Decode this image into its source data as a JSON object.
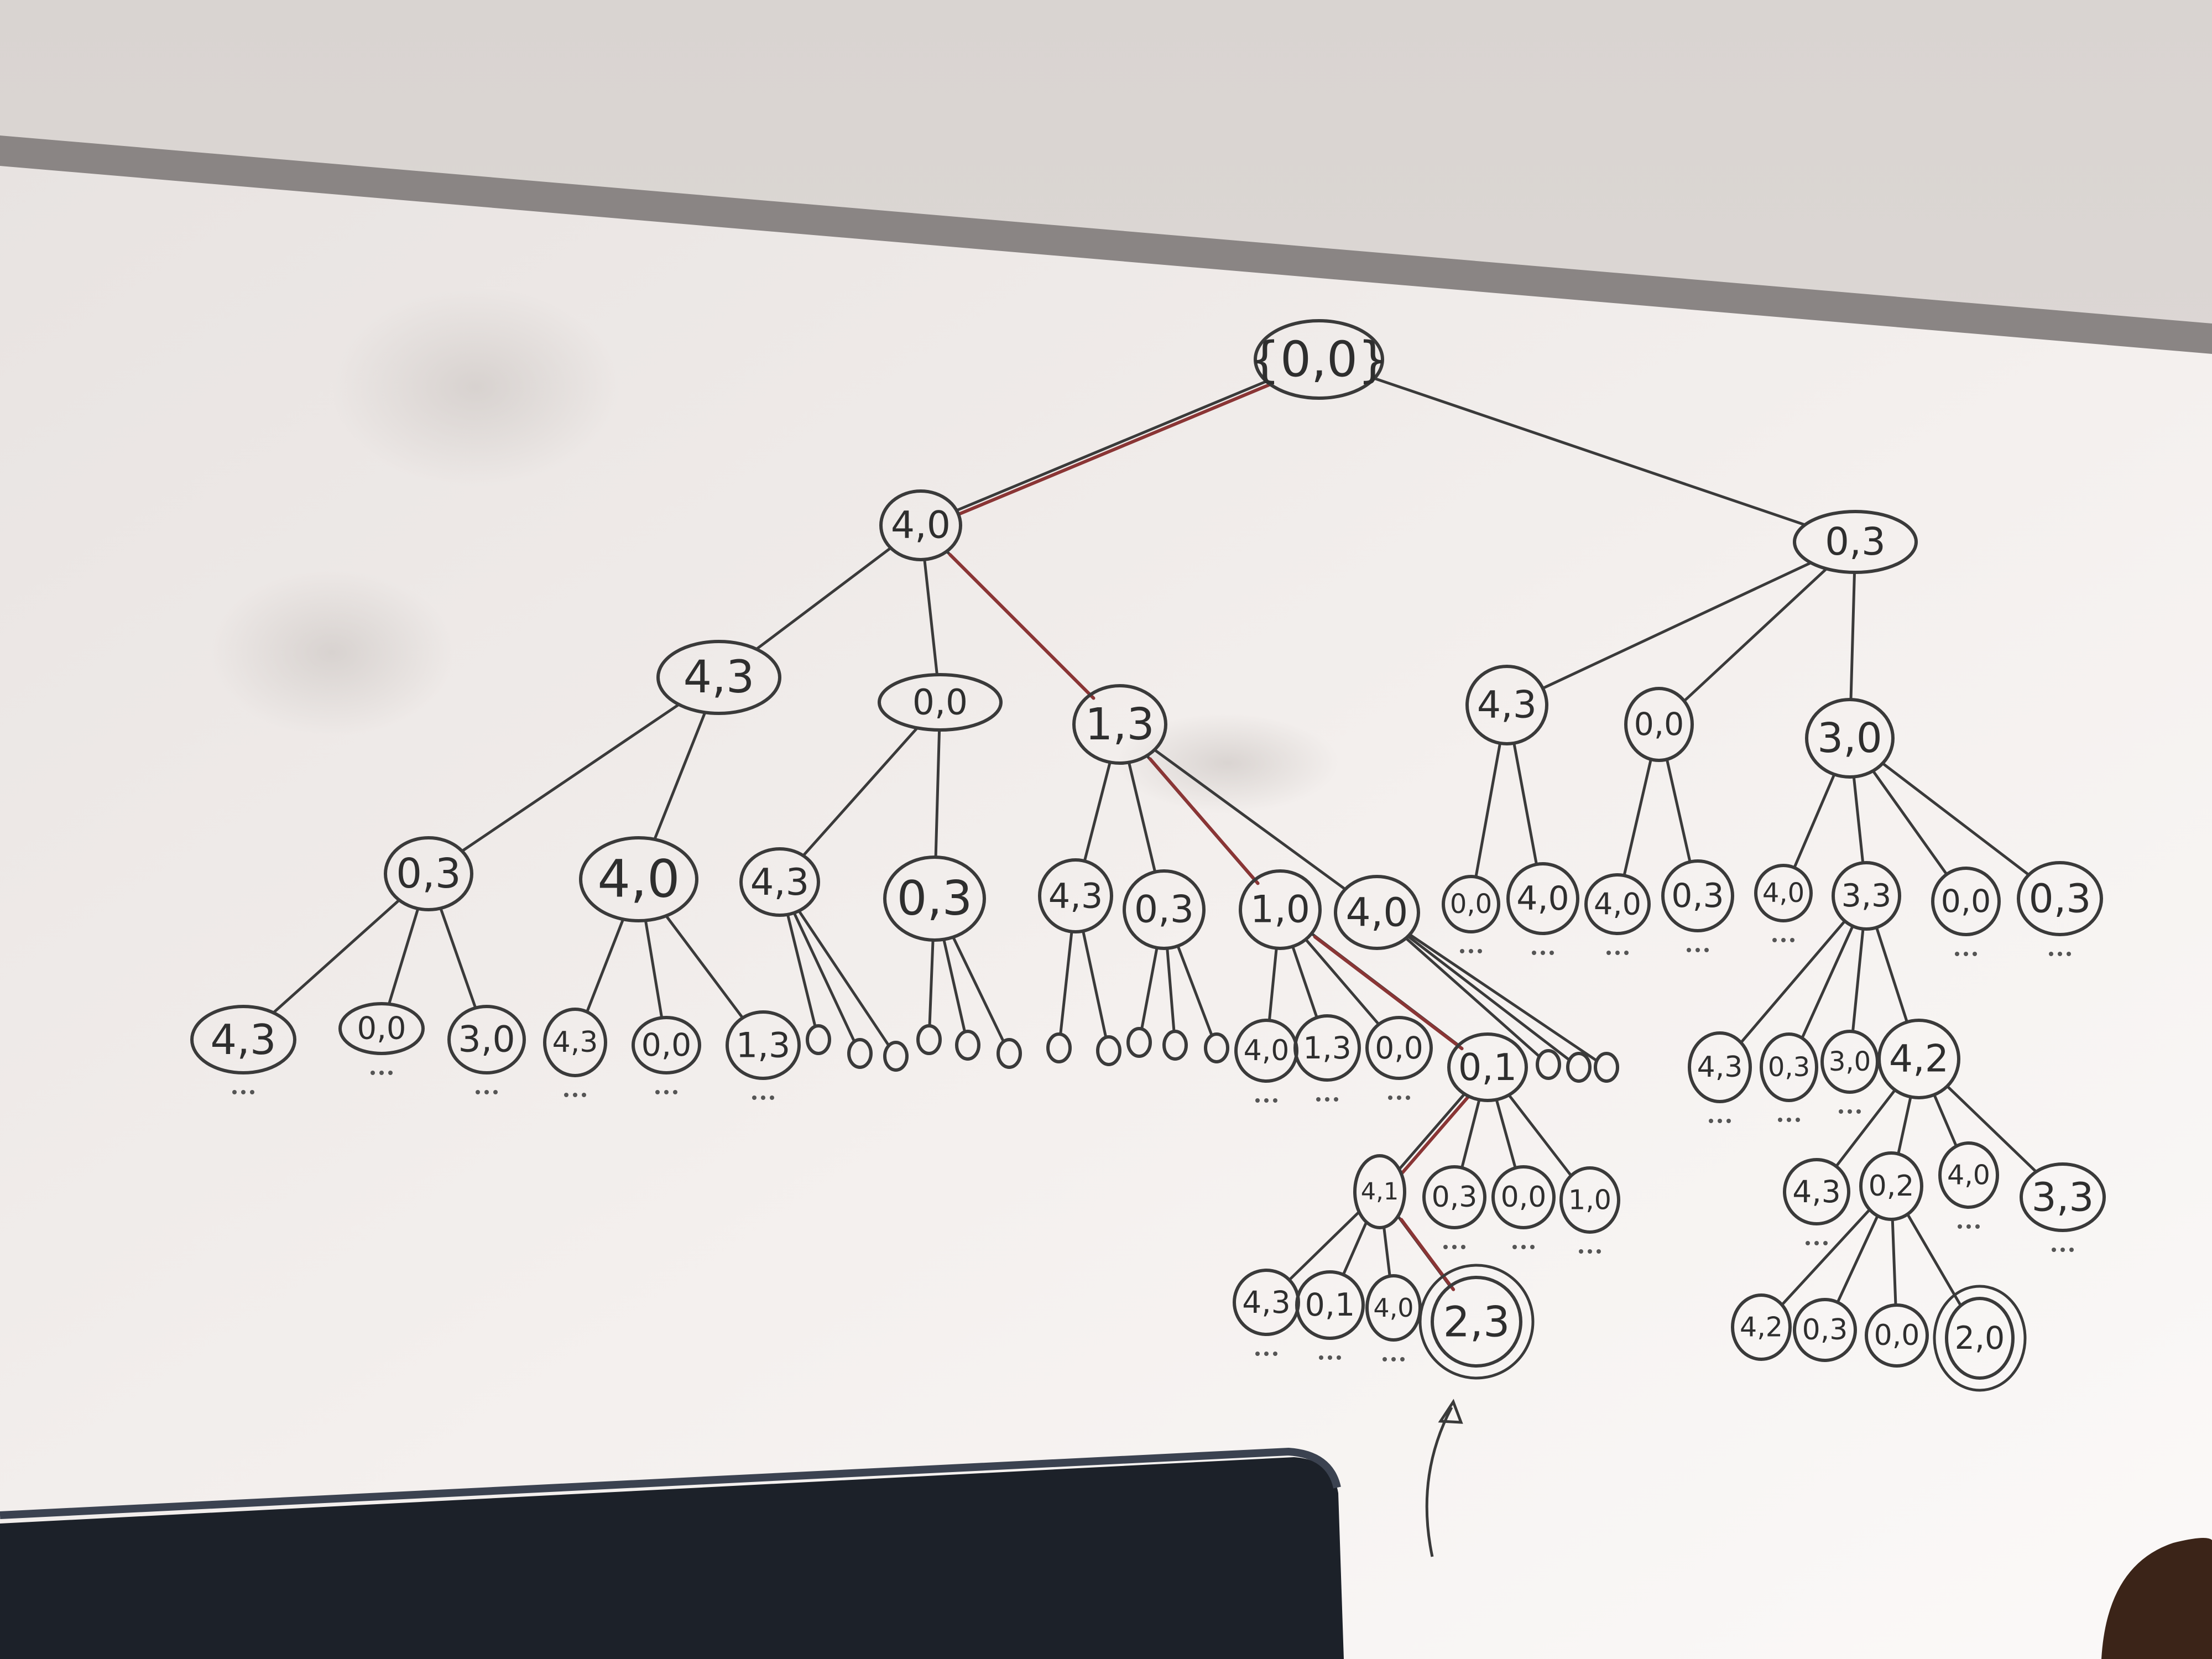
{
  "tree": {
    "nodes": [
      {
        "id": "root",
        "label": "{0,0}"
      },
      {
        "id": "a",
        "label": "4,0",
        "parent": "root",
        "hl": true
      },
      {
        "id": "b",
        "label": "0,3",
        "parent": "root"
      },
      {
        "id": "a1",
        "label": "4,3",
        "parent": "a"
      },
      {
        "id": "a2",
        "label": "0,0",
        "parent": "a"
      },
      {
        "id": "a3",
        "label": "1,3",
        "parent": "a",
        "hl": true
      },
      {
        "id": "b1",
        "label": "4,3",
        "parent": "b"
      },
      {
        "id": "b2",
        "label": "0,0",
        "parent": "b"
      },
      {
        "id": "b3",
        "label": "3,0",
        "parent": "b"
      },
      {
        "id": "a1a",
        "label": "0,3",
        "parent": "a1"
      },
      {
        "id": "a1b",
        "label": "4,0",
        "parent": "a1"
      },
      {
        "id": "a2a",
        "label": "4,3",
        "parent": "a2"
      },
      {
        "id": "a2b",
        "label": "0,3",
        "parent": "a2"
      },
      {
        "id": "a3a",
        "label": "4,3",
        "parent": "a3"
      },
      {
        "id": "a3b",
        "label": "0,3",
        "parent": "a3"
      },
      {
        "id": "a3c",
        "label": "1,0",
        "parent": "a3",
        "hl": true
      },
      {
        "id": "a3d",
        "label": "4,0",
        "parent": "a3"
      },
      {
        "id": "b1a",
        "label": "0,0",
        "parent": "b1"
      },
      {
        "id": "b1b",
        "label": "4,0",
        "parent": "b1"
      },
      {
        "id": "b2a",
        "label": "4,0",
        "parent": "b2"
      },
      {
        "id": "b2b",
        "label": "0,3",
        "parent": "b2"
      },
      {
        "id": "b3a",
        "label": "4,0",
        "parent": "b3"
      },
      {
        "id": "b3b",
        "label": "3,3",
        "parent": "b3"
      },
      {
        "id": "b3c",
        "label": "0,0",
        "parent": "b3"
      },
      {
        "id": "b3d",
        "label": "0,3",
        "parent": "b3"
      },
      {
        "id": "a1a1",
        "label": "4,3",
        "parent": "a1a"
      },
      {
        "id": "a1a2",
        "label": "0,0",
        "parent": "a1a"
      },
      {
        "id": "a1a3",
        "label": "3,0",
        "parent": "a1a"
      },
      {
        "id": "a1b1",
        "label": "4,3",
        "parent": "a1b"
      },
      {
        "id": "a1b2",
        "label": "0,0",
        "parent": "a1b"
      },
      {
        "id": "a1b3",
        "label": "1,3",
        "parent": "a1b"
      },
      {
        "id": "a2a1",
        "label": "",
        "parent": "a2a",
        "tiny": true
      },
      {
        "id": "a2a2",
        "label": "",
        "parent": "a2a",
        "tiny": true
      },
      {
        "id": "a2a3",
        "label": "",
        "parent": "a2a",
        "tiny": true
      },
      {
        "id": "a2b1",
        "label": "",
        "parent": "a2b",
        "tiny": true
      },
      {
        "id": "a2b2",
        "label": "",
        "parent": "a2b",
        "tiny": true
      },
      {
        "id": "a2b3",
        "label": "",
        "parent": "a2b",
        "tiny": true
      },
      {
        "id": "a3a1",
        "label": "",
        "parent": "a3a",
        "tiny": true
      },
      {
        "id": "a3a2",
        "label": "",
        "parent": "a3a",
        "tiny": true
      },
      {
        "id": "a3b1",
        "label": "",
        "parent": "a3b",
        "tiny": true
      },
      {
        "id": "a3b2",
        "label": "",
        "parent": "a3b",
        "tiny": true
      },
      {
        "id": "a3b3",
        "label": "",
        "parent": "a3b",
        "tiny": true
      },
      {
        "id": "a3c1",
        "label": "4,0",
        "parent": "a3c"
      },
      {
        "id": "a3c2",
        "label": "1,3",
        "parent": "a3c"
      },
      {
        "id": "a3c3",
        "label": "0,0",
        "parent": "a3c"
      },
      {
        "id": "a3c4",
        "label": "0,1",
        "parent": "a3c",
        "hl": true
      },
      {
        "id": "a3d1",
        "label": "",
        "parent": "a3d",
        "tiny": true
      },
      {
        "id": "a3d2",
        "label": "",
        "parent": "a3d",
        "tiny": true
      },
      {
        "id": "a3d3",
        "label": "",
        "parent": "a3d",
        "tiny": true
      },
      {
        "id": "b3b1",
        "label": "4,3",
        "parent": "b3b"
      },
      {
        "id": "b3b2",
        "label": "0,3",
        "parent": "b3b"
      },
      {
        "id": "b3b3",
        "label": "3,0",
        "parent": "b3b"
      },
      {
        "id": "b3b4",
        "label": "4,2",
        "parent": "b3b"
      },
      {
        "id": "c1",
        "label": "4,1",
        "parent": "a3c4",
        "hl": true
      },
      {
        "id": "c2",
        "label": "0,3",
        "parent": "a3c4"
      },
      {
        "id": "c3",
        "label": "0,0",
        "parent": "a3c4"
      },
      {
        "id": "c4",
        "label": "1,0",
        "parent": "a3c4"
      },
      {
        "id": "d1",
        "label": "4,3",
        "parent": "b3b4"
      },
      {
        "id": "d2",
        "label": "0,2",
        "parent": "b3b4"
      },
      {
        "id": "d3",
        "label": "4,0",
        "parent": "b3b4"
      },
      {
        "id": "d4",
        "label": "3,3",
        "parent": "b3b4"
      },
      {
        "id": "c1a",
        "label": "4,3",
        "parent": "c1"
      },
      {
        "id": "c1b",
        "label": "0,1",
        "parent": "c1"
      },
      {
        "id": "c1c",
        "label": "4,0",
        "parent": "c1"
      },
      {
        "id": "c1d",
        "label": "2,3",
        "parent": "c1",
        "hl": true,
        "goal": true
      },
      {
        "id": "d2a",
        "label": "4,2",
        "parent": "d2"
      },
      {
        "id": "d2b",
        "label": "0,3",
        "parent": "d2"
      },
      {
        "id": "d2c",
        "label": "0,0",
        "parent": "d2"
      },
      {
        "id": "d2d",
        "label": "2,0",
        "parent": "d2",
        "goal": true
      }
    ]
  },
  "colors": {
    "board": "#f3efec",
    "ink": "#3a3a3a",
    "highlight_ink": "#8a3535",
    "frame": "#7b7675",
    "monitor": "#1c2129",
    "hair": "#3b2418"
  }
}
